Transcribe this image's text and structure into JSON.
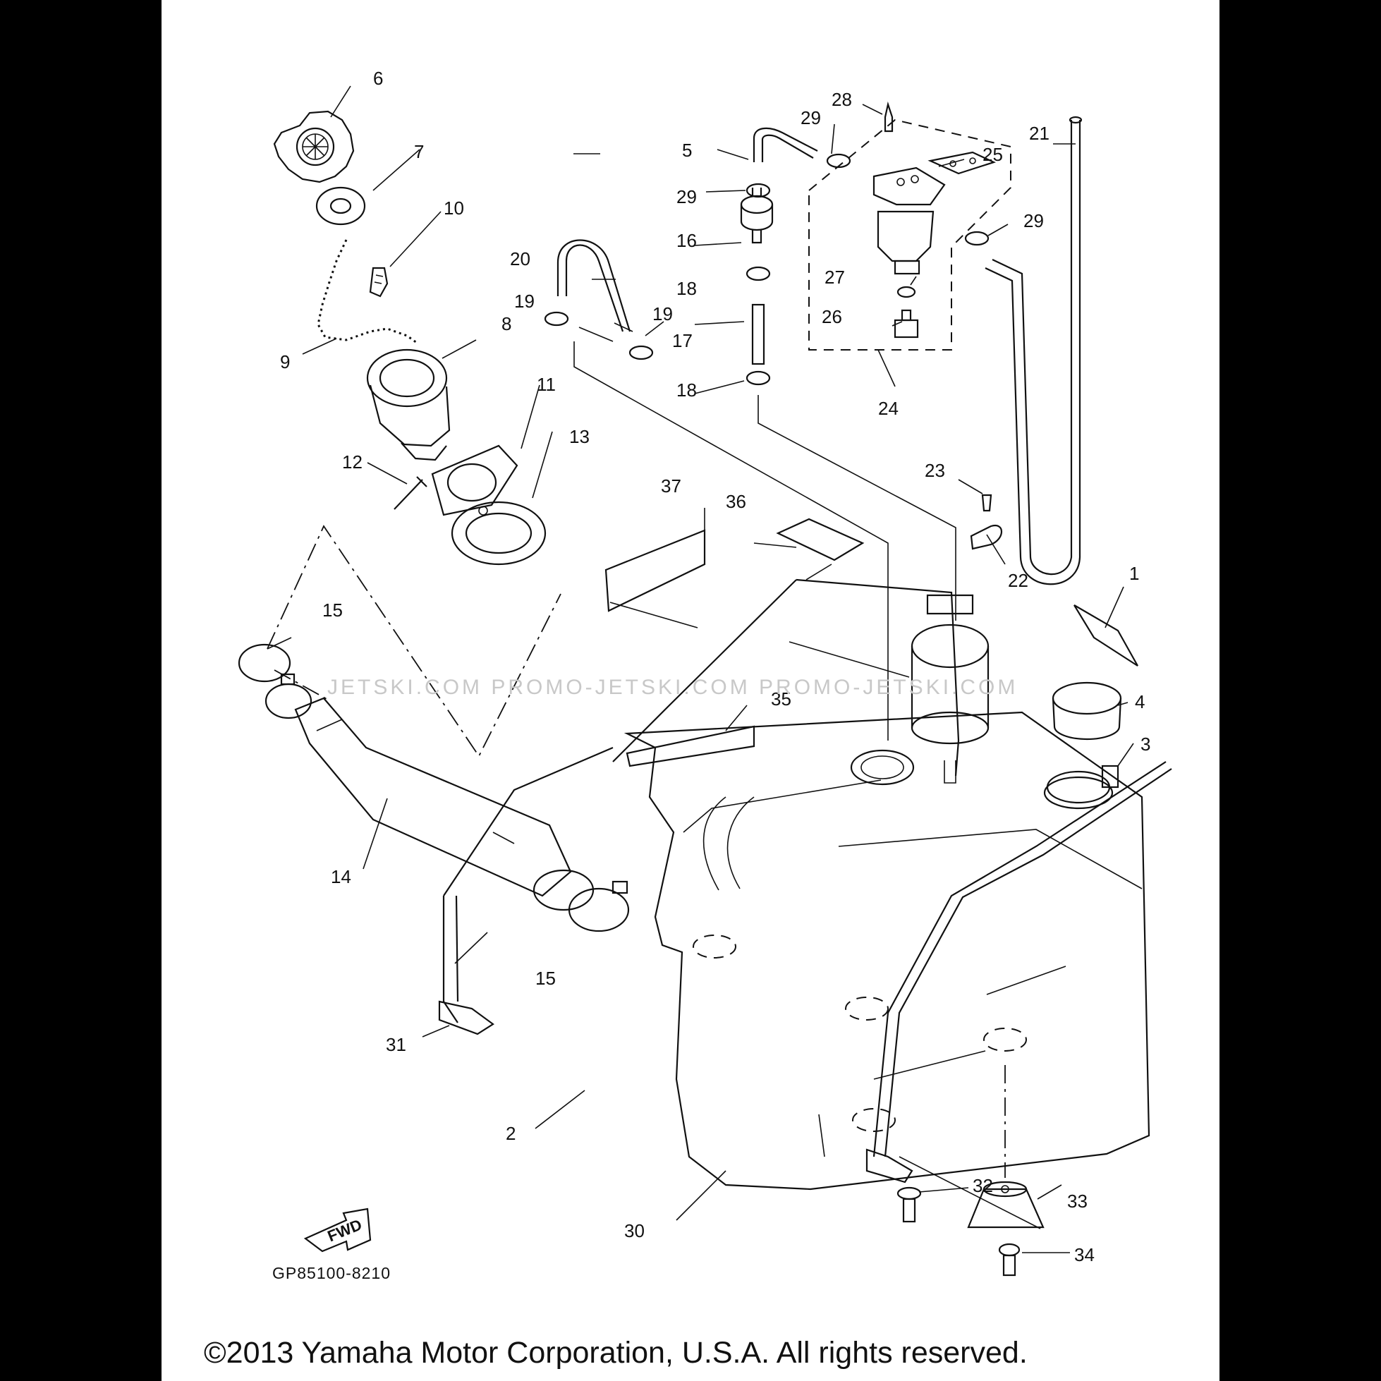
{
  "diagram": {
    "watermark": "JETSKI.COM   PROMO-JETSKI.COM   PROMO-JETSKI.COM",
    "fwd_label": "FWD",
    "part_number": "GP85100-8210",
    "copyright": "©2013 Yamaha Motor Corporation, U.S.A. All rights reserved.",
    "callouts": {
      "c1": "1",
      "c2": "2",
      "c3": "3",
      "c4": "4",
      "c5": "5",
      "c6": "6",
      "c7": "7",
      "c8": "8",
      "c9": "9",
      "c10": "10",
      "c11": "11",
      "c12": "12",
      "c13": "13",
      "c14": "14",
      "c15a": "15",
      "c15b": "15",
      "c16": "16",
      "c17": "17",
      "c18a": "18",
      "c18b": "18",
      "c19a": "19",
      "c19b": "19",
      "c20": "20",
      "c21": "21",
      "c22": "22",
      "c23": "23",
      "c24": "24",
      "c25": "25",
      "c26": "26",
      "c27": "27",
      "c28": "28",
      "c29a": "29",
      "c29b": "29",
      "c29c": "29",
      "c30": "30",
      "c31": "31",
      "c32": "32",
      "c33": "33",
      "c34": "34",
      "c35": "35",
      "c36": "36",
      "c37": "37"
    }
  }
}
